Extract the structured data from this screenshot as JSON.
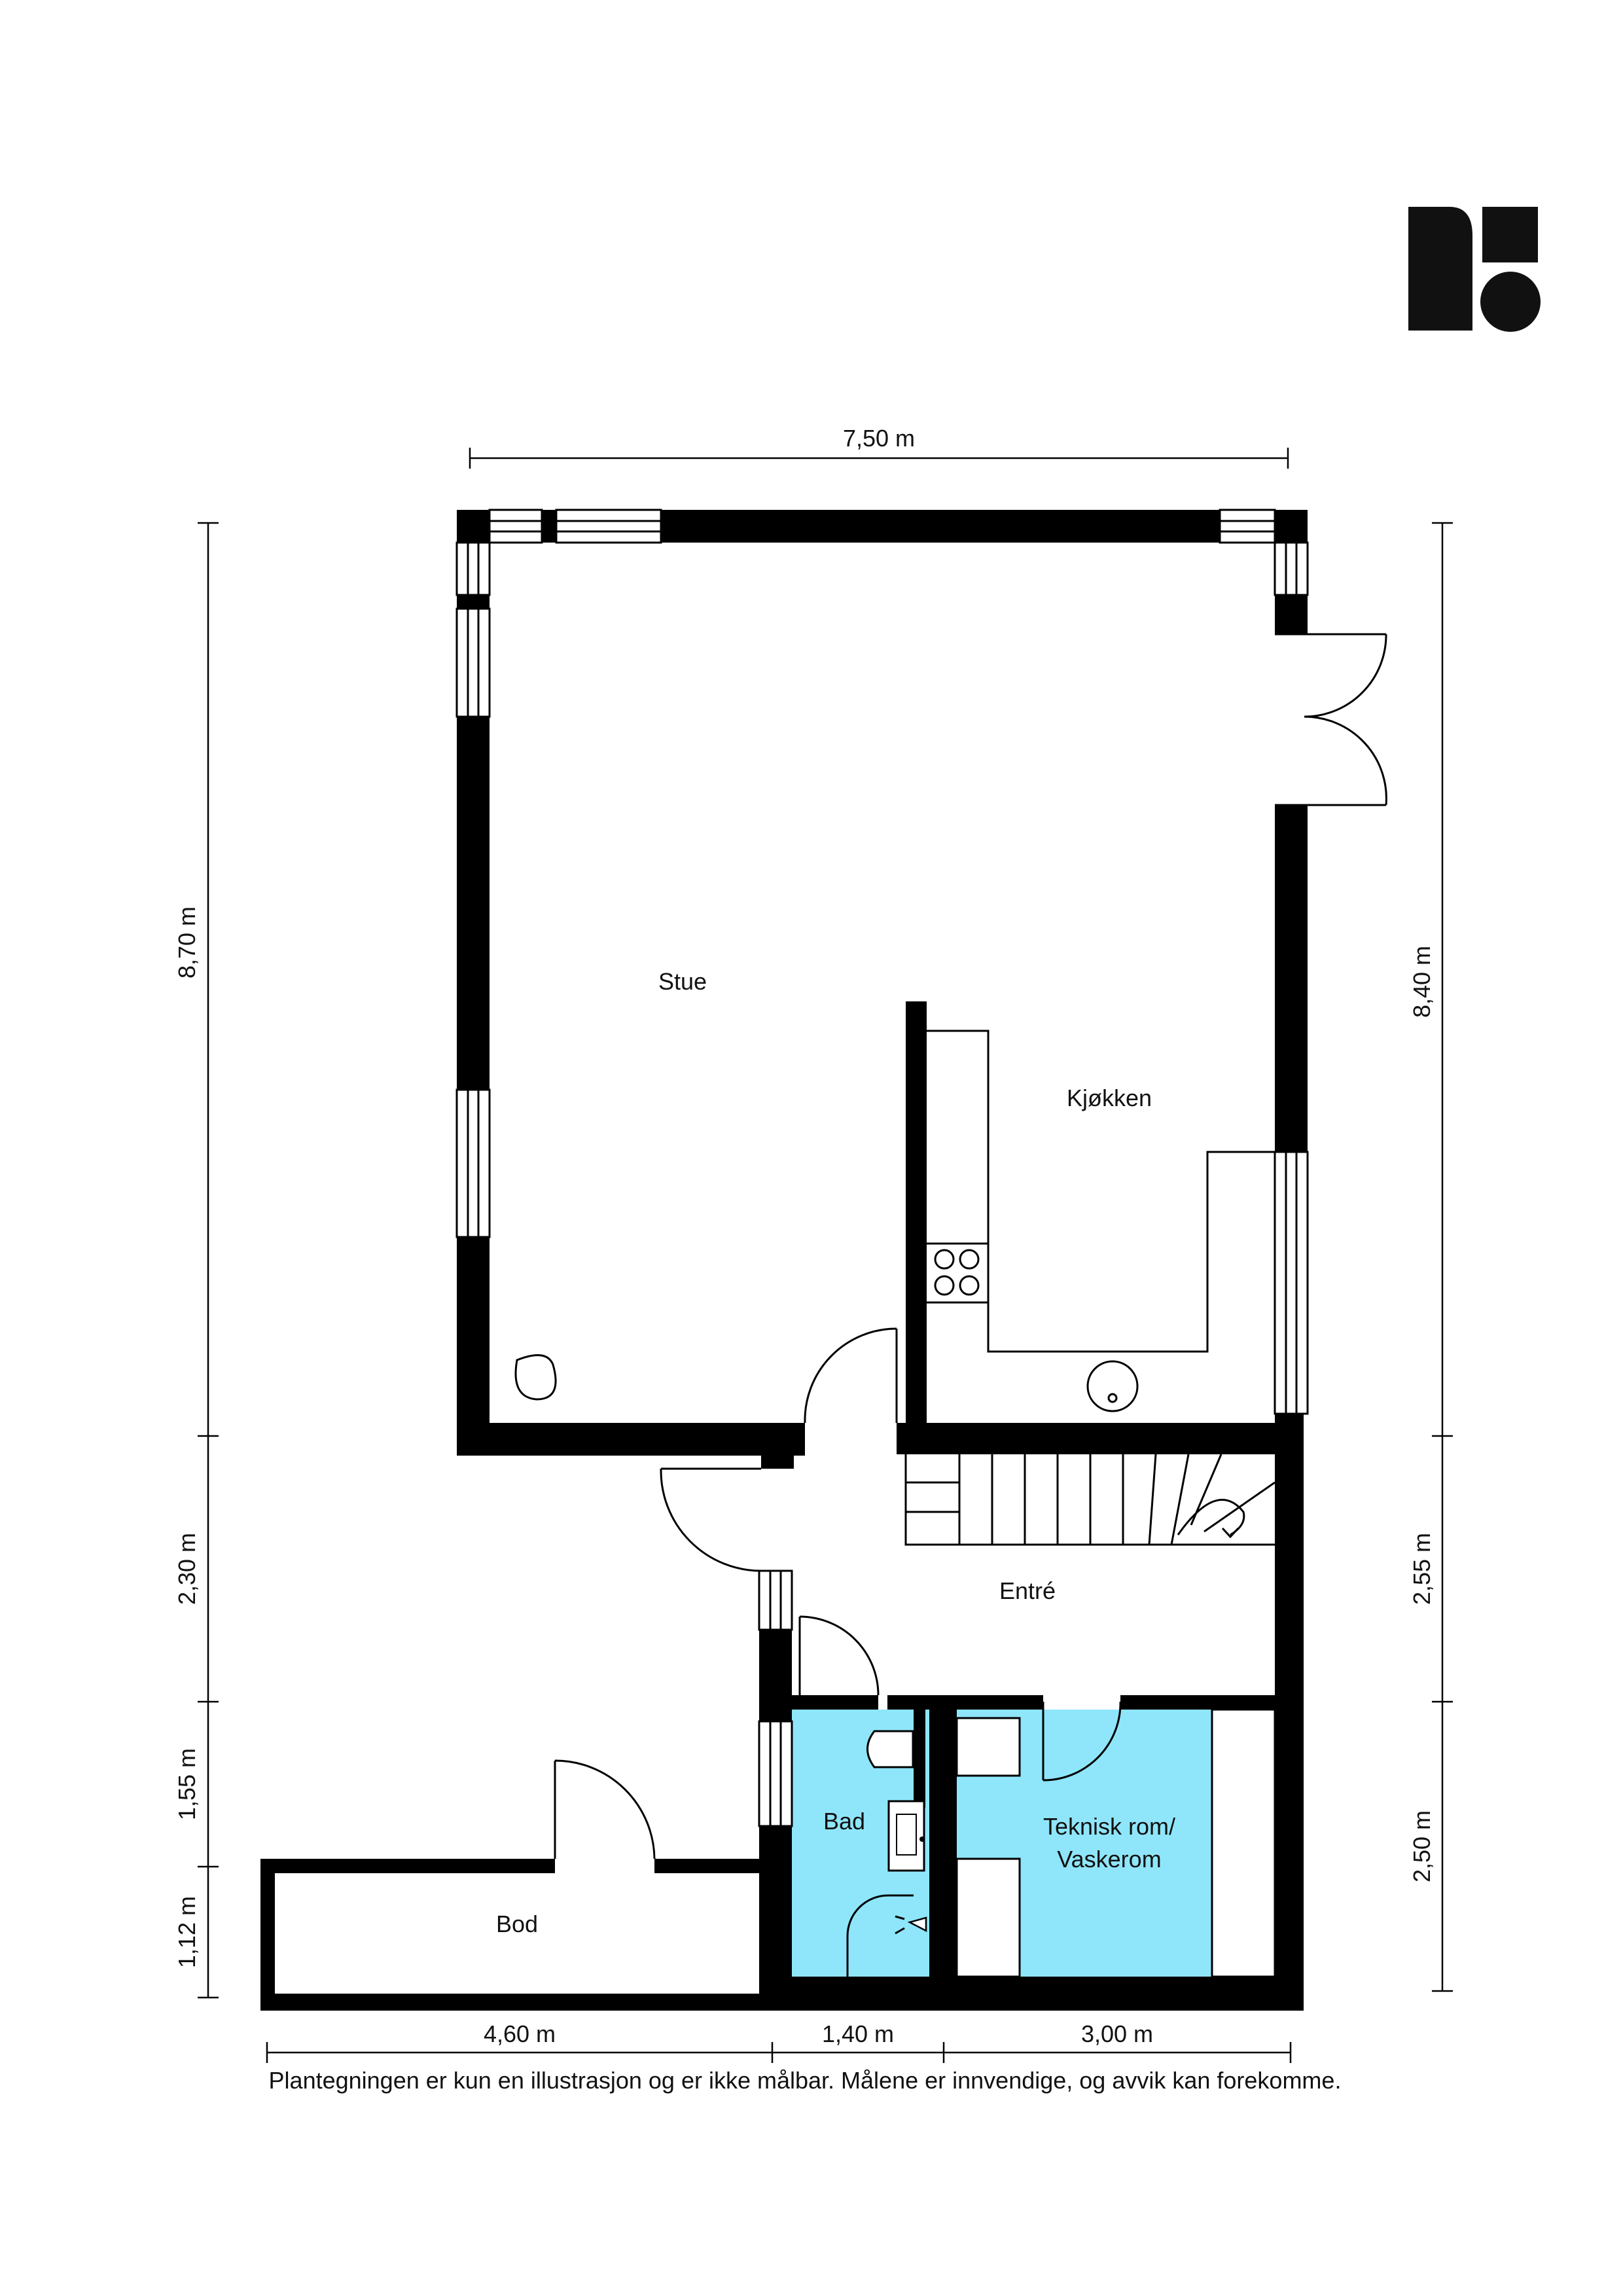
{
  "rooms": {
    "stue": "Stue",
    "kjokken": "Kjøkken",
    "entre": "Entré",
    "bad": "Bad",
    "teknisk_line1": "Teknisk rom/",
    "teknisk_line2": "Vaskerom",
    "bod": "Bod"
  },
  "dimensions": {
    "top_width": "7,50 m",
    "left_upper": "8,70 m",
    "left_mid": "2,30 m",
    "left_lower": "1,55 m",
    "left_bottom": "1,12 m",
    "right_upper": "8,40 m",
    "right_mid": "2,55 m",
    "right_lower": "2,50 m",
    "bottom_left": "4,60 m",
    "bottom_mid": "1,40 m",
    "bottom_right": "3,00 m"
  },
  "disclaimer": "Plantegningen er kun en illustrasjon og er ikke målbar. Målene er innvendige, og avvik kan forekomme.",
  "colors": {
    "wet_room": "#8fe6fa",
    "wall": "#000000",
    "background": "#ffffff"
  }
}
